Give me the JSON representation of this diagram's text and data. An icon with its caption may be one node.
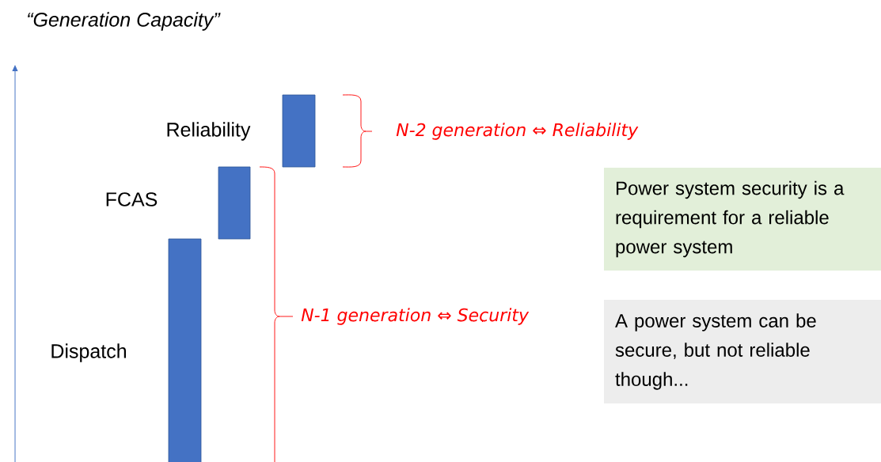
{
  "diagram": {
    "title": "“Generation Capacity”",
    "nodes": [
      {
        "text": [],
        "shape": "bar",
        "beside": [
          "Reliability"
        ]
      },
      {
        "text": [],
        "shape": "bar"
      },
      {
        "text": [],
        "shape": "bar",
        "beside": [
          "Dispatch"
        ]
      },
      {
        "text": [
          "Power system security is a requirement for a reliable power system"
        ]
      },
      {
        "text": [
          "A power system can be secure, but not reliable though..."
        ]
      }
    ],
    "labels": [
      "N-2 generation ⇔ Reliability",
      "FCAS",
      "N-1 generation ⇔ Security"
    ]
  }
}
